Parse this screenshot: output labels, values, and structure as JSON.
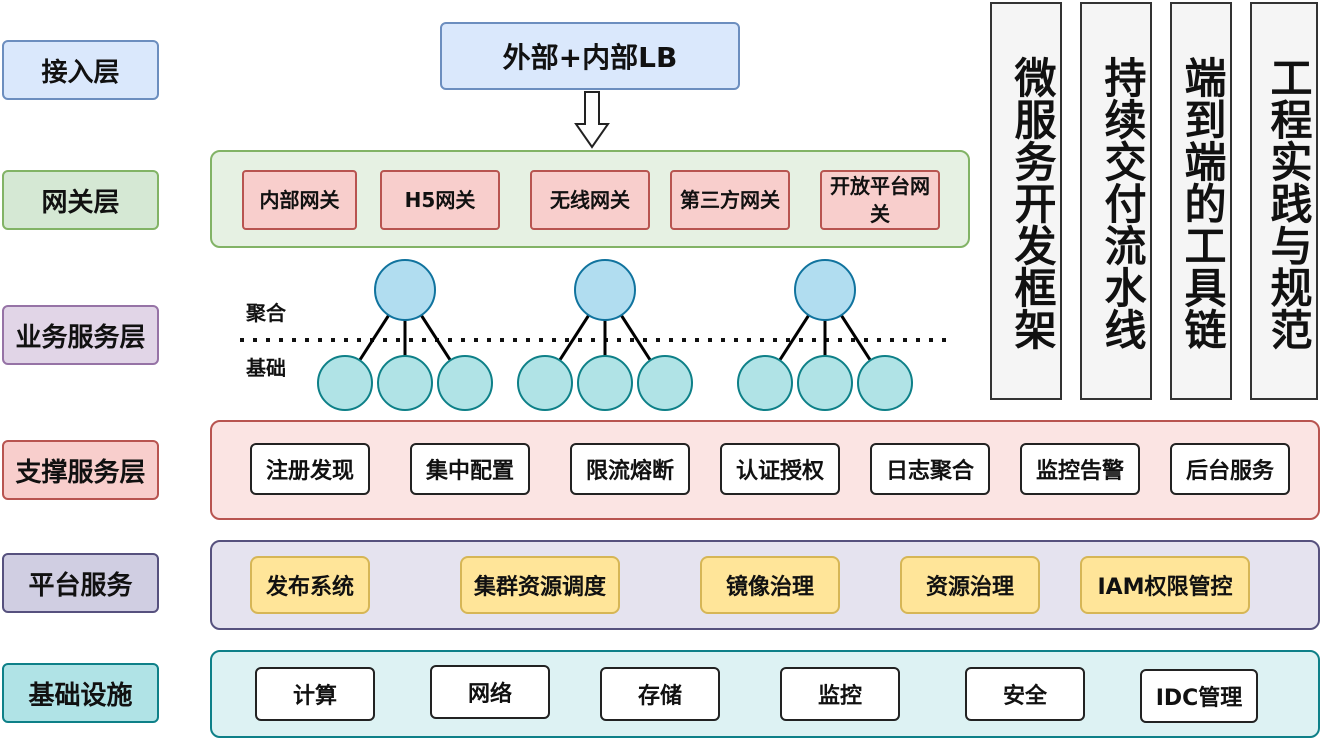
{
  "layers": {
    "access": "接入层",
    "gateway": "网关层",
    "business": "业务服务层",
    "support": "支撑服务层",
    "platform": "平台服务",
    "infra": "基础设施"
  },
  "lb": "外部+内部LB",
  "gateways": [
    "内部网关",
    "H5网关",
    "无线网关",
    "第三方网关",
    "开放平台网关"
  ],
  "tree": {
    "aggregate": "聚合",
    "base": "基础"
  },
  "support": [
    "注册发现",
    "集中配置",
    "限流熔断",
    "认证授权",
    "日志聚合",
    "监控告警",
    "后台服务"
  ],
  "platform": [
    "发布系统",
    "集群资源调度",
    "镜像治理",
    "资源治理",
    "IAM权限管控"
  ],
  "infra": [
    "计算",
    "网络",
    "存储",
    "监控",
    "安全",
    "IDC管理"
  ],
  "columns": [
    "微服务开发框架",
    "持续交付流水线",
    "端到端的工具链",
    "工程实践与规范"
  ],
  "colors": {
    "access": "#6c8ebf",
    "gateway": "#82b366",
    "business": "#9673a6",
    "support": "#b85450",
    "platform": "#56517e",
    "infra": "#0e8088",
    "node": "#b1ddf0"
  }
}
